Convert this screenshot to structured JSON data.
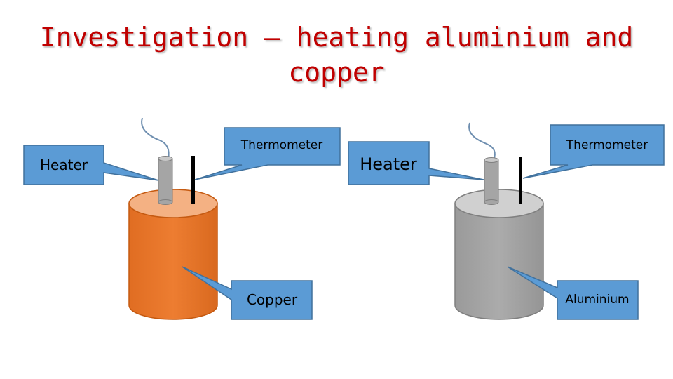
{
  "title": {
    "line1": "Investigation – heating aluminium and",
    "line2": "copper"
  },
  "left_setup": {
    "heater_label": "Heater",
    "thermometer_label": "Thermometer",
    "block_label": "Copper",
    "block_color": "#ed7d31",
    "top_color": "#f4b183"
  },
  "right_setup": {
    "heater_label": "Heater",
    "thermometer_label": "Thermometer",
    "block_label": "Aluminium",
    "block_color": "#a6a6a6",
    "top_color": "#d0d0d0"
  },
  "colors": {
    "callout_fill": "#5b9bd5",
    "callout_stroke": "#41719c",
    "title": "#c00000"
  }
}
